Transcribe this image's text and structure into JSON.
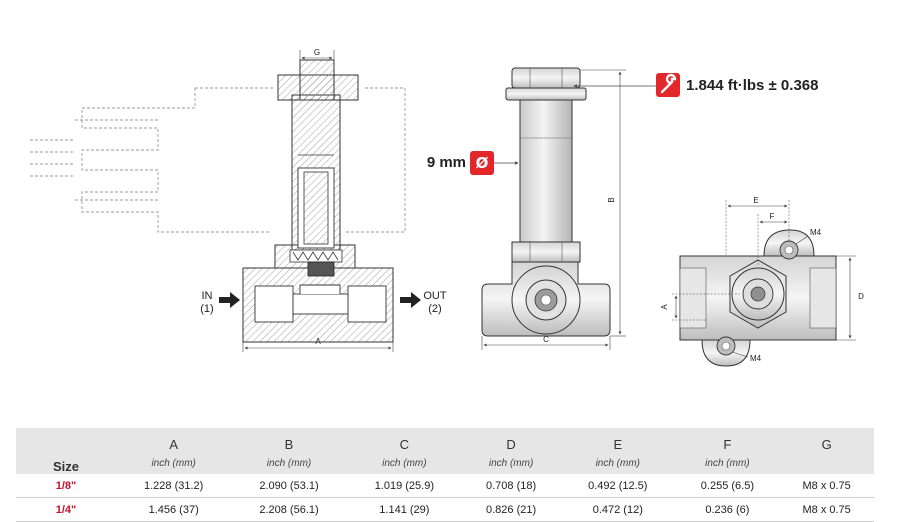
{
  "drawing": {
    "dim_labels": {
      "A": "A",
      "B": "B",
      "C": "C",
      "D": "D",
      "E": "E",
      "F": "F",
      "G": "G"
    },
    "port_in": {
      "label": "IN",
      "number": "(1)"
    },
    "port_out": {
      "label": "OUT",
      "number": "(2)"
    },
    "torque_text": "1.844 ft·lbs ± 0.368",
    "diameter_text": "9 mm",
    "diameter_symbol": "Ø",
    "thread_label_top": "M4",
    "thread_label_bottom": "M4",
    "accent_color": "#e3262a",
    "icons": [
      "wrench-icon",
      "diameter-icon",
      "arrow-right-icon"
    ]
  },
  "table": {
    "size_header": "Size",
    "columns": [
      "A",
      "B",
      "C",
      "D",
      "E",
      "F",
      "G"
    ],
    "units": [
      "inch (mm)",
      "inch (mm)",
      "inch (mm)",
      "inch (mm)",
      "inch (mm)",
      "inch (mm)",
      ""
    ],
    "rows": [
      {
        "size": "1/8\"",
        "values": [
          "1.228 (31.2)",
          "2.090 (53.1)",
          "1.019 (25.9)",
          "0.708 (18)",
          "0.492 (12.5)",
          "0.255 (6.5)",
          "M8 x 0.75"
        ]
      },
      {
        "size": "1/4\"",
        "values": [
          "1.456 (37)",
          "2.208 (56.1)",
          "1.141 (29)",
          "0.826 (21)",
          "0.472 (12)",
          "0.236 (6)",
          "M8 x 0.75"
        ]
      }
    ]
  }
}
